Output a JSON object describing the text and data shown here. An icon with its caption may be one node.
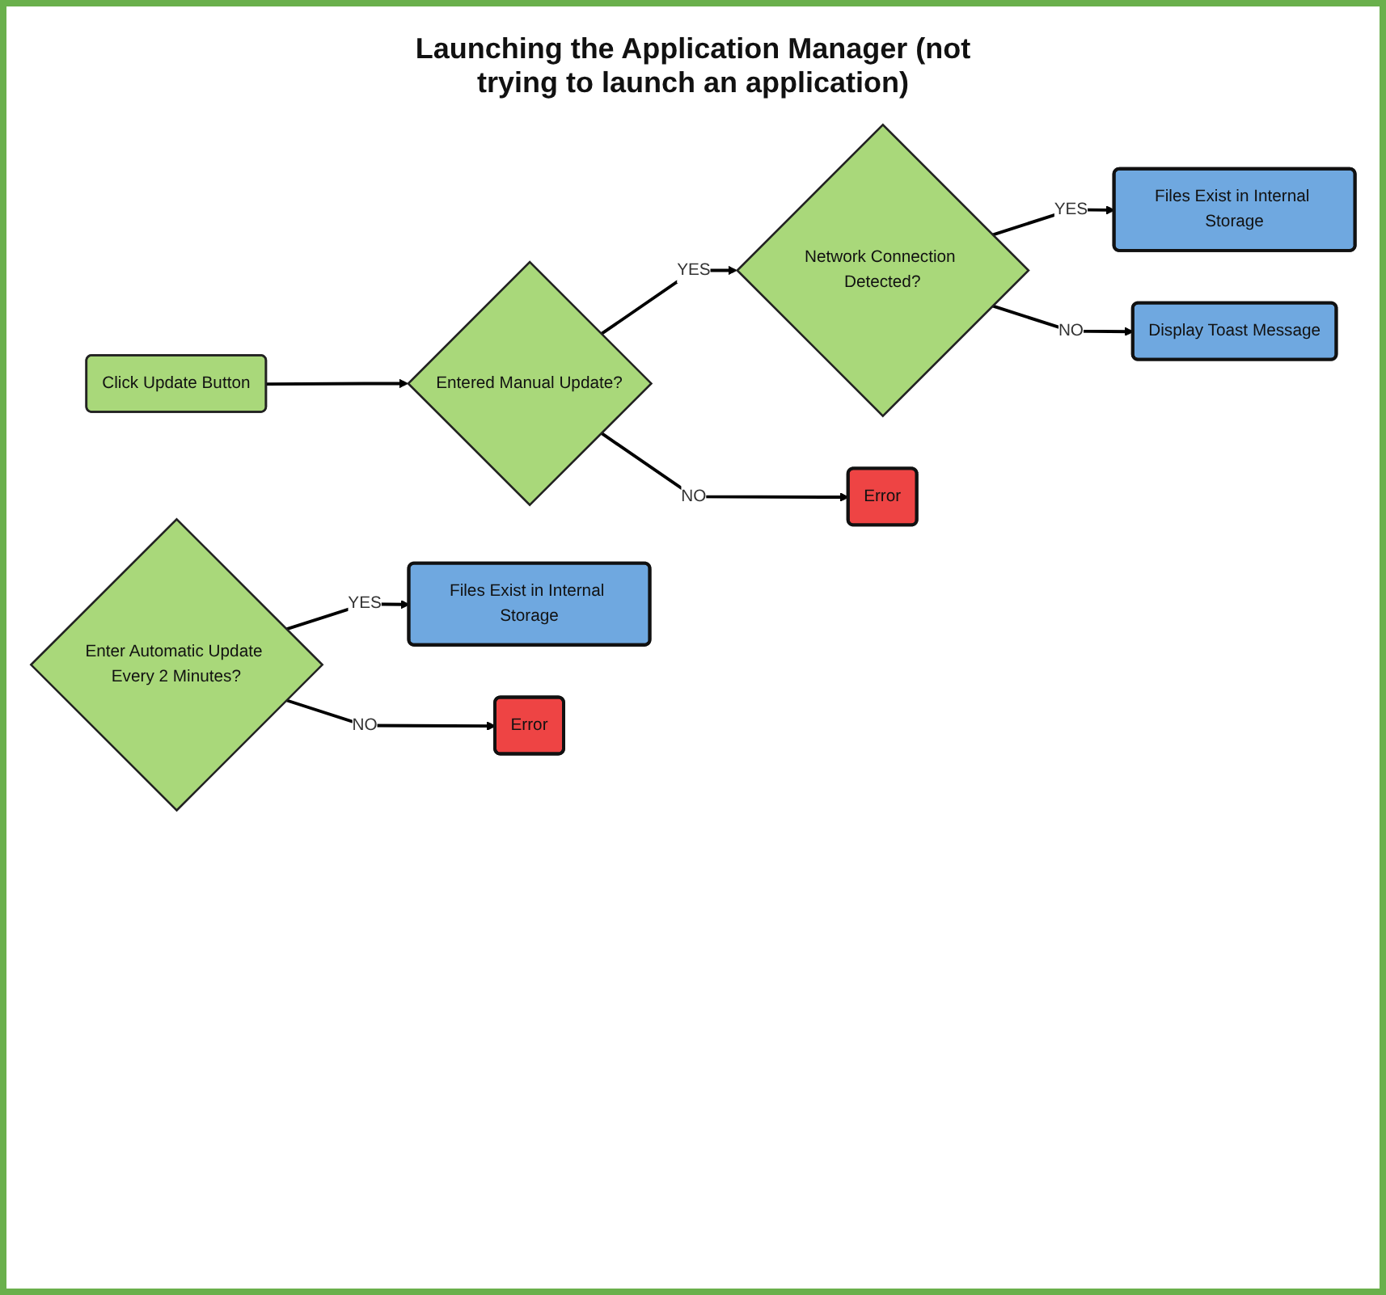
{
  "diagram": {
    "title": "Launching the Application Manager (not trying to launch an application)",
    "nodes": [
      {
        "text": [
          "Click Update Button"
        ]
      },
      {
        "text": [
          "Entered Manual Update?"
        ]
      },
      {
        "text": [
          "Network Connection Detected?"
        ]
      },
      {
        "text": [
          "Files Exist in Internal Storage"
        ]
      },
      {
        "text": [
          "Error"
        ]
      },
      {
        "text": [
          "Display Toast Message"
        ]
      },
      {
        "text": [
          "Enter Automatic Update Every 2 Minutes?"
        ]
      },
      {
        "text": [
          "Files Exist in Internal Storage"
        ]
      },
      {
        "text": [
          "Error"
        ]
      }
    ],
    "edges": [
      {
        "from": 0,
        "to": 1,
        "arrow": "to"
      },
      {
        "from": 1,
        "to": 2,
        "arrow": "to",
        "label": "YES"
      },
      {
        "from": 2,
        "to": 3,
        "arrow": "to",
        "label": "YES"
      },
      {
        "from": 1,
        "to": 4,
        "arrow": "to",
        "label": "NO"
      },
      {
        "from": 2,
        "to": 5,
        "arrow": "to",
        "label": "NO"
      },
      {
        "from": 6,
        "to": 7,
        "arrow": "to",
        "label": "YES"
      },
      {
        "from": 6,
        "to": 8,
        "arrow": "to",
        "label": "NO"
      }
    ]
  }
}
